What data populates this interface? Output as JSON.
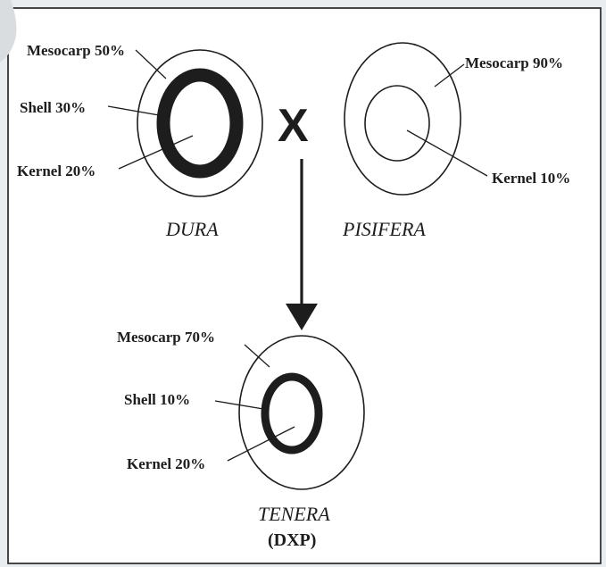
{
  "cross_symbol": "X",
  "dura": {
    "name": "DURA",
    "mesocarp_label": "Mesocarp 50%",
    "shell_label": "Shell 30%",
    "kernel_label": "Kernel 20%"
  },
  "pisifera": {
    "name": "PISIFERA",
    "mesocarp_label": "Mesocarp 90%",
    "kernel_label": "Kernel 10%"
  },
  "tenera": {
    "name": "TENERA",
    "subtitle": "(DXP)",
    "mesocarp_label": "Mesocarp 70%",
    "shell_label": "Shell 10%",
    "kernel_label": "Kernel 20%"
  },
  "colors": {
    "background": "#e9edf0",
    "ink": "#1d1d1d"
  }
}
